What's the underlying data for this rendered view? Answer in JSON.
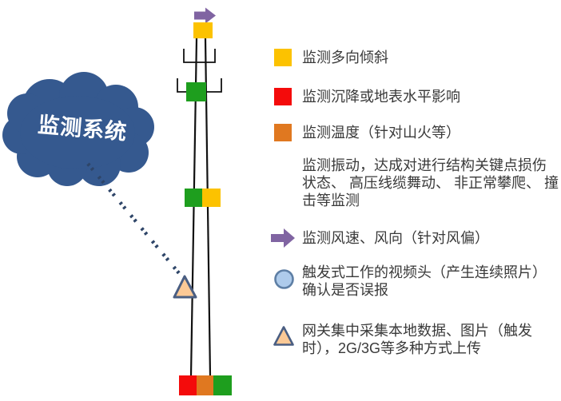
{
  "cloud": {
    "label": "监测系统"
  },
  "colors": {
    "cloud": "#35598F",
    "cloud_label": "#FFFFFF",
    "yellow": "#FCC200",
    "red": "#F40B0B",
    "orange": "#E07820",
    "green": "#1E9E1E",
    "purple": "#8064A2",
    "camera_fill": "#AECBEB",
    "camera_stroke": "#5E7FA5",
    "gateway_fill": "#FBC996",
    "gateway_stroke": "#4A5E82",
    "pole": "#111111",
    "link": "#2E4568",
    "text": "#3A3A3A"
  },
  "legend": {
    "items": [
      {
        "id": "tilt",
        "icon": "yellow-square",
        "text": "监测多向倾斜"
      },
      {
        "id": "subsidence",
        "icon": "red-square",
        "text": "监测沉降或地表水平影响"
      },
      {
        "id": "temperature",
        "icon": "orange-square",
        "text": "监测温度（针对山火等）"
      },
      {
        "id": "vibration",
        "icon": "none",
        "lines": [
          "监测振动，达成对进行结构关键点损伤",
          "状态、 高压线缆舞动、 非正常攀爬、 撞",
          "击等监测"
        ]
      },
      {
        "id": "wind",
        "icon": "purple-arrow",
        "text": "监测风速、风向（针对风偏）"
      },
      {
        "id": "camera",
        "icon": "blue-circle",
        "lines": [
          "触发式工作的视频头（产生连续照片）",
          "确认是否误报"
        ]
      },
      {
        "id": "gateway",
        "icon": "tan-triangle",
        "lines": [
          "网关集中采集本地数据、图片（触发",
          "时），2G/3G等多种方式上传"
        ]
      }
    ]
  }
}
